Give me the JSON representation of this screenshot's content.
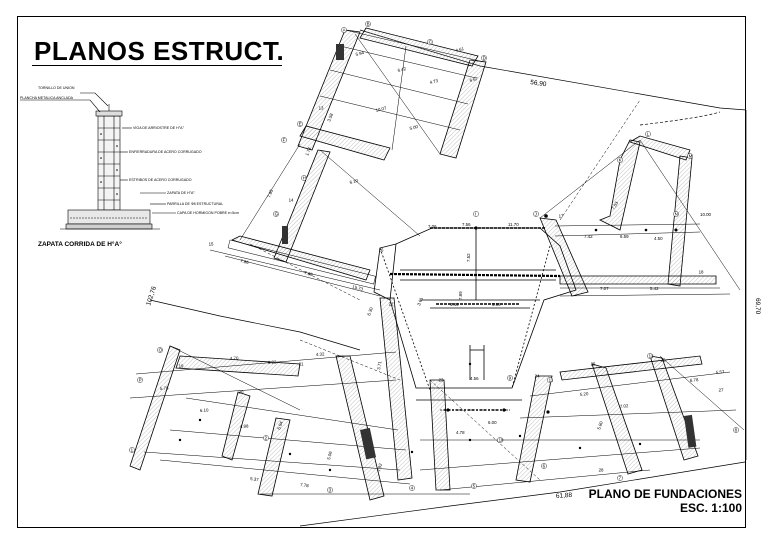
{
  "sheet": {
    "title": "PLANOS ESTRUCT.",
    "plan_title": "PLANO DE FUNDACIONES",
    "plan_scale": "ESC. 1:100"
  },
  "detail": {
    "title": "ZAPATA CORRIDA DE H°A°",
    "labels": [
      "TORNILLO DE UNION",
      "PLANCHA METALICA ANCLADA",
      "VIGA DE ARRIOSTRE DE H°A°",
      "ENFIERRADURA DE ACERO CORRUGADO",
      "ESTRIBOS DE ACERO CORRUGADO",
      "ZAPATA DE H°A°",
      "PARRILLA DE Ф8 ESTRUCTURAL",
      "CAPA DE HORMIGON POBRE e=5cm"
    ]
  },
  "plan": {
    "site_dims": [
      "56,90",
      "102,76",
      "61,88",
      "69,70"
    ],
    "dims": [
      "5.94",
      "6.42",
      "4.73",
      "4.61",
      "6.67",
      "3.58",
      "10.07",
      "5.00",
      "6.10",
      "1.78",
      "7.85",
      "7.86",
      "7.38",
      "15.73",
      "7.56",
      "11.70",
      "7.06",
      "7.42",
      "6.59",
      "4.50",
      "7.03",
      "10.00",
      "7.07",
      "5.42",
      "4.44",
      "5.99",
      "7.52",
      "7.89",
      "6.30",
      "3.61",
      "4.70",
      "6.22",
      "4.32",
      "3.71",
      "5.76",
      "6.10",
      "4.88",
      "6.94",
      "5.06",
      "7.92",
      "4.78",
      "6.00",
      "5.20",
      "7.02",
      "6.78",
      "5.57",
      "4.56",
      "5.37",
      "7.78",
      "5.80"
    ],
    "axis_labels": [
      "A",
      "B",
      "C",
      "D",
      "E",
      "F",
      "G",
      "H",
      "I",
      "J",
      "K",
      "L",
      "M",
      "N",
      "O",
      "P",
      "1",
      "2",
      "3",
      "4",
      "5",
      "6",
      "7",
      "8",
      "9",
      "10",
      "11",
      "12",
      "13",
      "14",
      "15",
      "16",
      "17",
      "18",
      "19",
      "20",
      "21",
      "22",
      "23",
      "24",
      "25",
      "26",
      "27",
      "28"
    ]
  }
}
